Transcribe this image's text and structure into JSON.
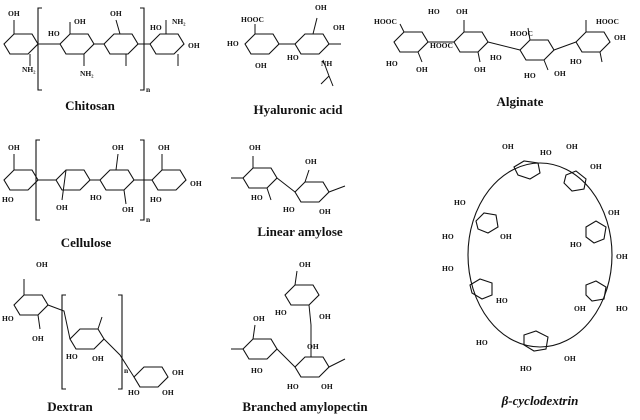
{
  "molecules": {
    "chitosan": {
      "caption": "Chitosan",
      "labels": [
        "OH",
        "NH₂",
        "HO",
        "OH",
        "NH₂",
        "OH",
        "HO",
        "OH",
        "NH₂",
        "n"
      ]
    },
    "hyaluronic_acid": {
      "caption": "Hyaluronic acid",
      "labels": [
        "HOOC",
        "OH",
        "HO",
        "OH",
        "HO",
        "OH",
        "NH"
      ]
    },
    "alginate": {
      "caption": "Alginate",
      "labels": [
        "HOOC",
        "HO",
        "HOOC",
        "OH",
        "HO",
        "HOOC",
        "OH",
        "HOOC",
        "HO",
        "OH",
        "OH",
        "HO",
        "HO",
        "OH"
      ]
    },
    "cellulose": {
      "caption": "Cellulose",
      "labels": [
        "OH",
        "HO",
        "OH",
        "OH",
        "HO",
        "OH",
        "OH",
        "HO",
        "OH",
        "n"
      ]
    },
    "linear_amylose": {
      "caption": "Linear amylose",
      "labels": [
        "OH",
        "HO",
        "OH",
        "HO",
        "OH"
      ]
    },
    "beta_cyclodextrin": {
      "caption": "β-cyclodextrin",
      "labels": [
        "OH",
        "HO",
        "OH",
        "OH",
        "HO",
        "OH",
        "OH",
        "HO",
        "HO",
        "OH",
        "HO",
        "HO",
        "OH",
        "HO",
        "HO",
        "OH",
        "HO"
      ]
    },
    "dextran": {
      "caption": "Dextran",
      "labels": [
        "OH",
        "HO",
        "OH",
        "HO",
        "OH",
        "HO",
        "OH",
        "OH",
        "n"
      ]
    },
    "branched_amylopectin": {
      "caption": "Branched amylopectin",
      "labels": [
        "OH",
        "HO",
        "OH",
        "OH",
        "HO",
        "OH",
        "HO",
        "OH"
      ]
    }
  }
}
